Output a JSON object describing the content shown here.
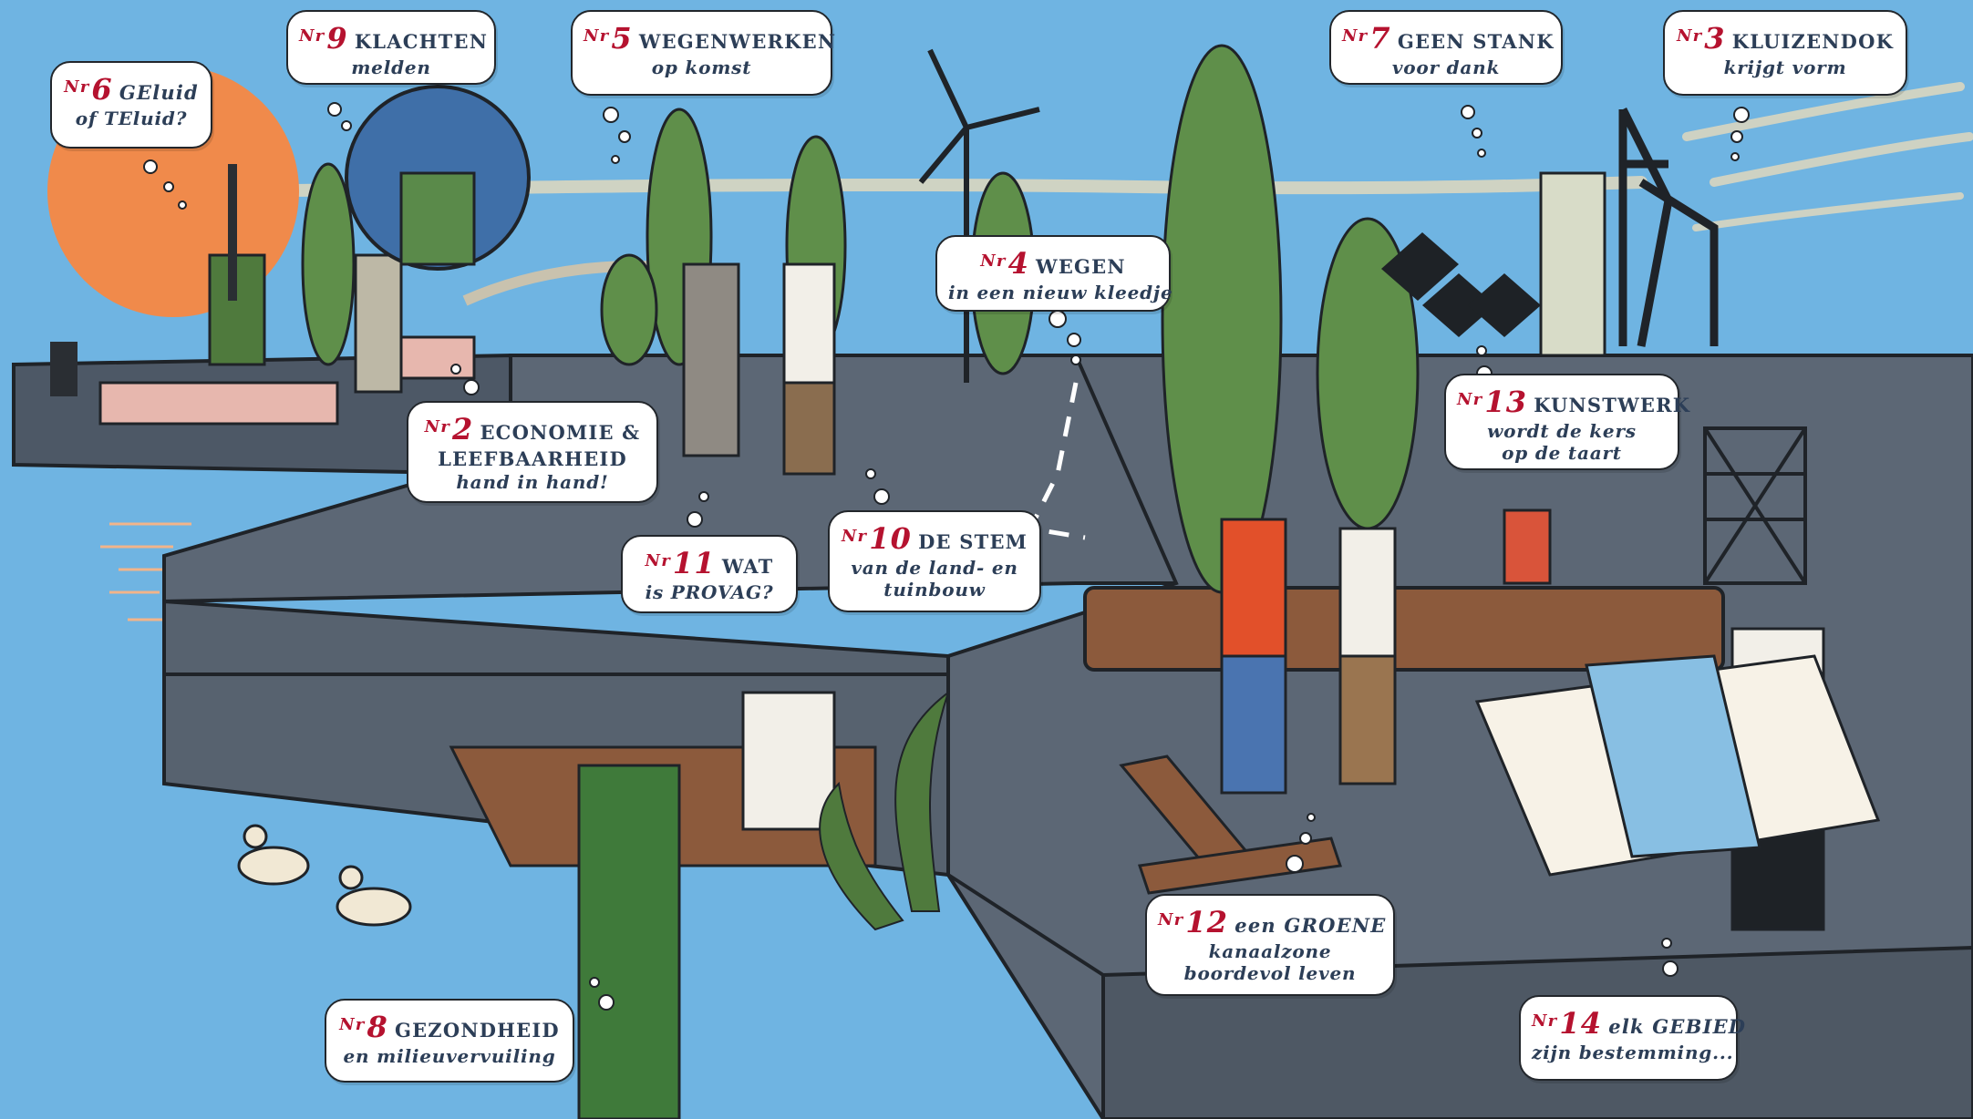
{
  "colors": {
    "sky": "#6fb4e2",
    "road": "#5c6775",
    "accent_red": "#b5122f",
    "bubble_text": "#2c3e57",
    "tree_green": "#5f8f4a",
    "sun": "#f08a4b"
  },
  "bubbles": [
    {
      "nr": "Nr",
      "num": "6",
      "line1_rest": "GEluid",
      "line1_italic": true,
      "line2": "of TEluid?"
    },
    {
      "nr": "Nr",
      "num": "9",
      "line1_rest": "KLACHTEN",
      "line1_italic": false,
      "line2": "melden"
    },
    {
      "nr": "Nr",
      "num": "5",
      "line1_rest": "WEGENWERKEN",
      "line1_italic": false,
      "line2": "op komst"
    },
    {
      "nr": "Nr",
      "num": "7",
      "line1_rest": "GEEN STANK",
      "line1_italic": false,
      "line2": "voor dank"
    },
    {
      "nr": "Nr",
      "num": "3",
      "line1_rest": "KLUIZENDOK",
      "line1_italic": false,
      "line2": "krijgt vorm"
    },
    {
      "nr": "Nr",
      "num": "4",
      "line1_rest": "WEGEN",
      "line1_italic": false,
      "line2": "in een nieuw kleedje"
    },
    {
      "nr": "Nr",
      "num": "2",
      "line1_rest": "ECONOMIE &",
      "line1_italic": false,
      "line2": "LEEFBAARHEID",
      "line3": "hand in hand!"
    },
    {
      "nr": "Nr",
      "num": "13",
      "line1_rest": "KUNSTWERK",
      "line1_italic": false,
      "line2": "wordt de kers",
      "line3": "op de taart"
    },
    {
      "nr": "Nr",
      "num": "11",
      "line1_rest": "WAT",
      "line1_italic": false,
      "line2": "is PROVAG?"
    },
    {
      "nr": "Nr",
      "num": "10",
      "line1_rest": "DE STEM",
      "line1_italic": false,
      "line2": "van de land- en",
      "line3": "tuinbouw"
    },
    {
      "nr": "Nr",
      "num": "12",
      "line1_rest": "een GROENE",
      "line1_italic": true,
      "line2": "kanaalzone",
      "line3": "boordevol leven"
    },
    {
      "nr": "Nr",
      "num": "8",
      "line1_rest": "GEZONDHEID",
      "line1_italic": false,
      "line2": "en milieuvervuiling"
    },
    {
      "nr": "Nr",
      "num": "14",
      "line1_rest": "elk GEBIED",
      "line1_italic": true,
      "line2": "zijn bestemming..."
    }
  ]
}
